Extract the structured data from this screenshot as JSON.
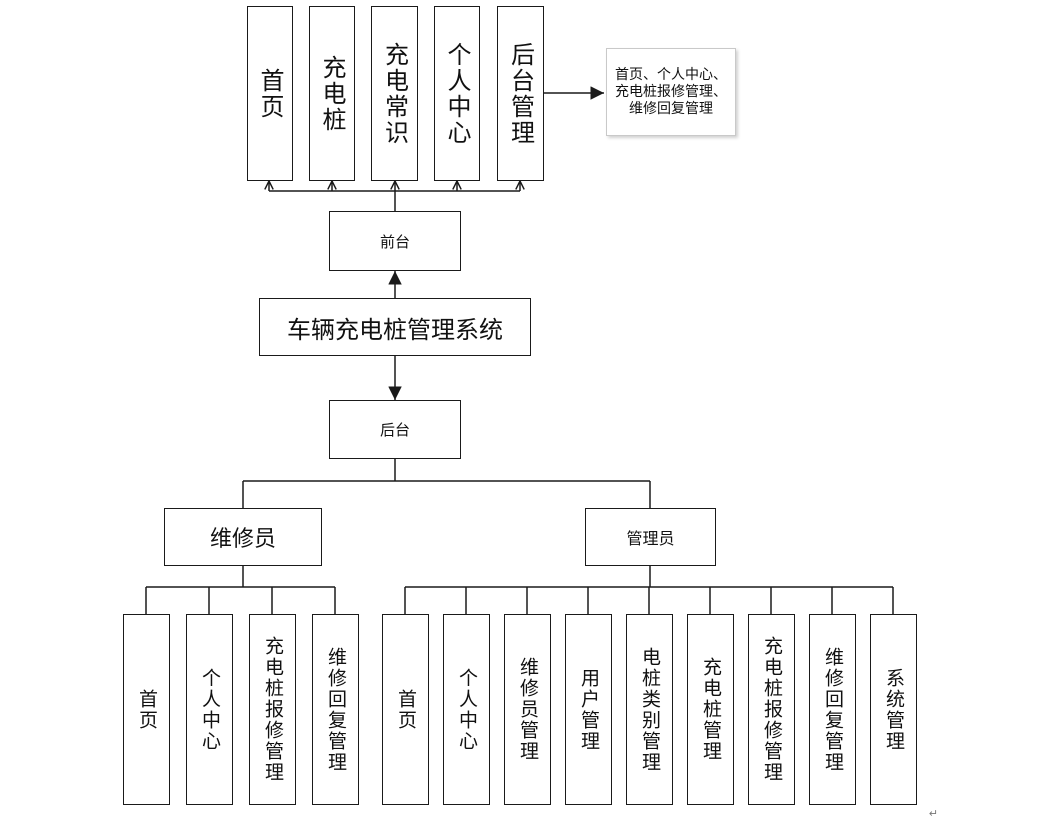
{
  "root": {
    "label": "车辆充电桩管理系统"
  },
  "front": {
    "label": "前台",
    "items": [
      "首页",
      "充电桩",
      "充电常识",
      "个人中心",
      "后台管理"
    ],
    "note": "首页、个人中心、充电桩报修管理、维修回复管理"
  },
  "back": {
    "label": "后台",
    "repairman": {
      "label": "维修员",
      "items": [
        "首页",
        "个人中心",
        "充电桩报修管理",
        "维修回复管理"
      ]
    },
    "admin": {
      "label": "管理员",
      "items": [
        "首页",
        "个人中心",
        "维修员管理",
        "用户管理",
        "电桩类别管理",
        "充电桩管理",
        "充电桩报修管理",
        "维修回复管理",
        "系统管理"
      ]
    }
  },
  "colors": {
    "stroke": "#1a1a1a",
    "note_border": "#c9c9c9"
  },
  "page_mark": "↵"
}
